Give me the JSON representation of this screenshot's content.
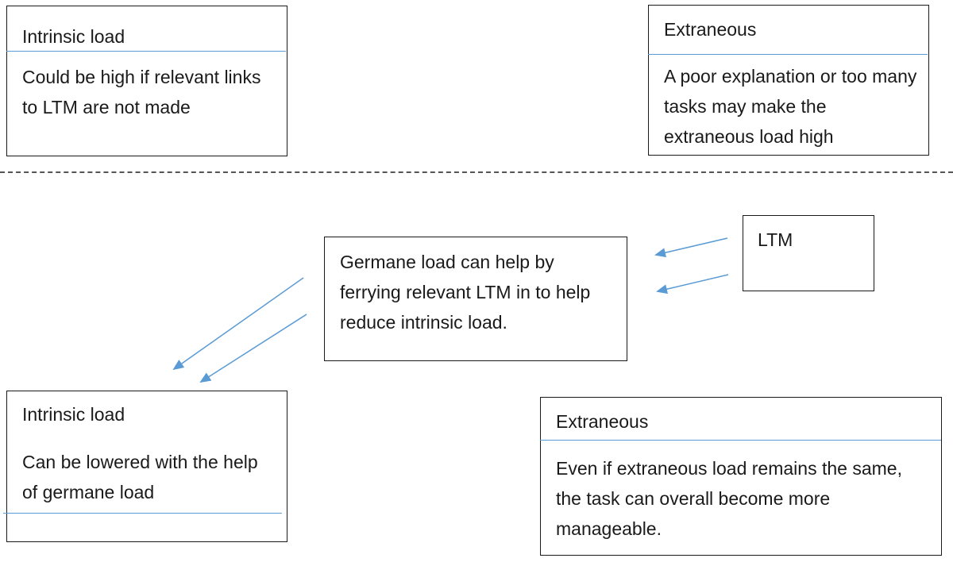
{
  "colors": {
    "box_border": "#1a1a1a",
    "divider_line": "#5b9bd5",
    "arrow": "#5b9bd5",
    "dashed_separator": "#555555"
  },
  "top": {
    "intrinsic": {
      "title": "Intrinsic load",
      "text": "Could be high if relevant links to LTM are not made"
    },
    "extraneous": {
      "title": "Extraneous",
      "text": "A poor explanation or too many tasks may make the extraneous load high"
    }
  },
  "bottom": {
    "germane": {
      "text": "Germane load can help by ferrying relevant LTM in to help reduce intrinsic load."
    },
    "ltm": {
      "title": "LTM"
    },
    "intrinsic": {
      "title": "Intrinsic load",
      "text": "Can be lowered with the help of germane load"
    },
    "extraneous": {
      "title": "Extraneous",
      "text": "Even if extraneous load remains the same, the task can overall become more manageable."
    }
  }
}
